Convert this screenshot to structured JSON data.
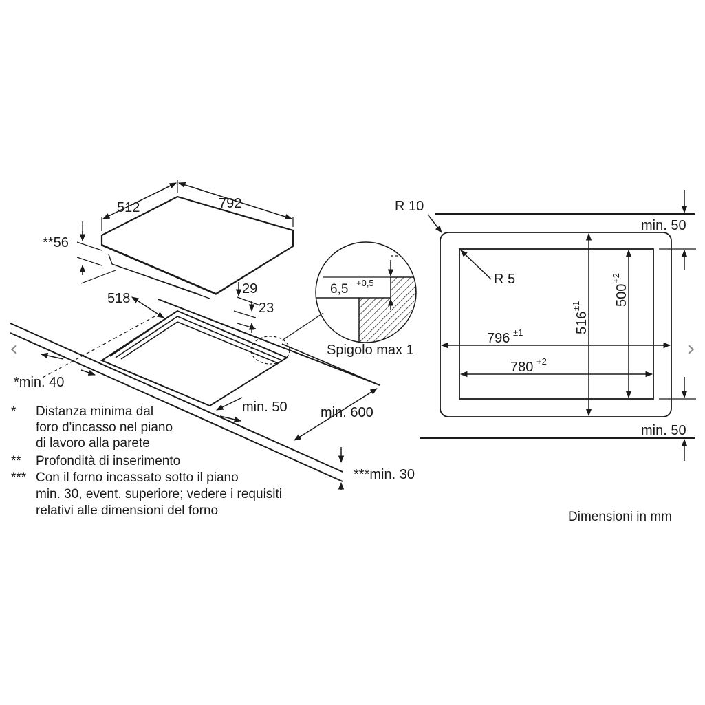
{
  "nav": {
    "prev_glyph": "‹",
    "next_glyph": "›"
  },
  "hob": {
    "depth": "512",
    "width": "792",
    "insert_depth": "**56",
    "cut_depth": "518",
    "height_a": "29",
    "height_b": "23",
    "edge_min": "*min. 40"
  },
  "worktop": {
    "front_min": "min. 50",
    "depth_min": "min. 600",
    "below_min": "***min. 30"
  },
  "detail": {
    "base": "6,5",
    "tol": "+0,5",
    "caption": "Spigolo max 1"
  },
  "cutout": {
    "r_outer": "R 10",
    "r_inner": "R 5",
    "min_top": "min. 50",
    "min_bottom": "min. 50",
    "outer_width": "796",
    "outer_width_tol": "±1",
    "inner_width": "780",
    "inner_width_tol": "+2",
    "outer_height": "516",
    "outer_height_tol": "±1",
    "inner_height": "500",
    "inner_height_tol": "+2"
  },
  "notes": [
    {
      "mark": "*",
      "lines": [
        "Distanza minima dal",
        "foro d'incasso nel piano",
        "di lavoro alla parete"
      ]
    },
    {
      "mark": "**",
      "lines": [
        "Profondità di inserimento"
      ]
    },
    {
      "mark": "***",
      "lines": [
        "Con il forno incassato sotto il piano",
        "min. 30, event. superiore; vedere i requisiti",
        "relativi alle dimensioni del forno"
      ]
    }
  ],
  "units": "Dimensioni in mm"
}
